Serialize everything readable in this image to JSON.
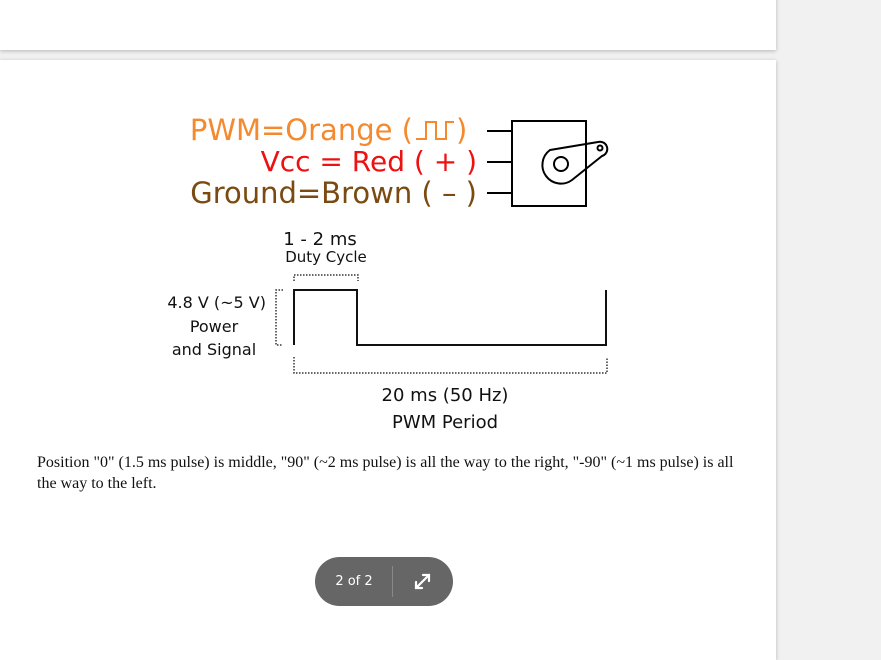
{
  "diagram": {
    "pwm_label": "PWM=Orange (⎍⎍)",
    "pwm_text": "PWM=Orange (",
    "pwm_close": ")",
    "vcc_label": "Vcc = Red ( + )",
    "ground_label": "Ground=Brown ( – )",
    "duty_range": "1 - 2 ms",
    "duty_label": "Duty Cycle",
    "voltage": "4.8 V (~5 V)",
    "power_line1": "Power",
    "power_line2": "and Signal",
    "period": "20 ms (50 Hz)",
    "period_label": "PWM Period",
    "colors": {
      "pwm": "#f5892e",
      "vcc": "#ee1111",
      "ground": "#7a4a10"
    }
  },
  "caption": "Position \"0\" (1.5 ms pulse) is middle, \"90\" (~2 ms pulse) is all the way to the right, \"-90\" (~1 ms pulse) is all the way to the left.",
  "pager": {
    "count": "2 of 2",
    "expand_icon": "expand-icon"
  }
}
